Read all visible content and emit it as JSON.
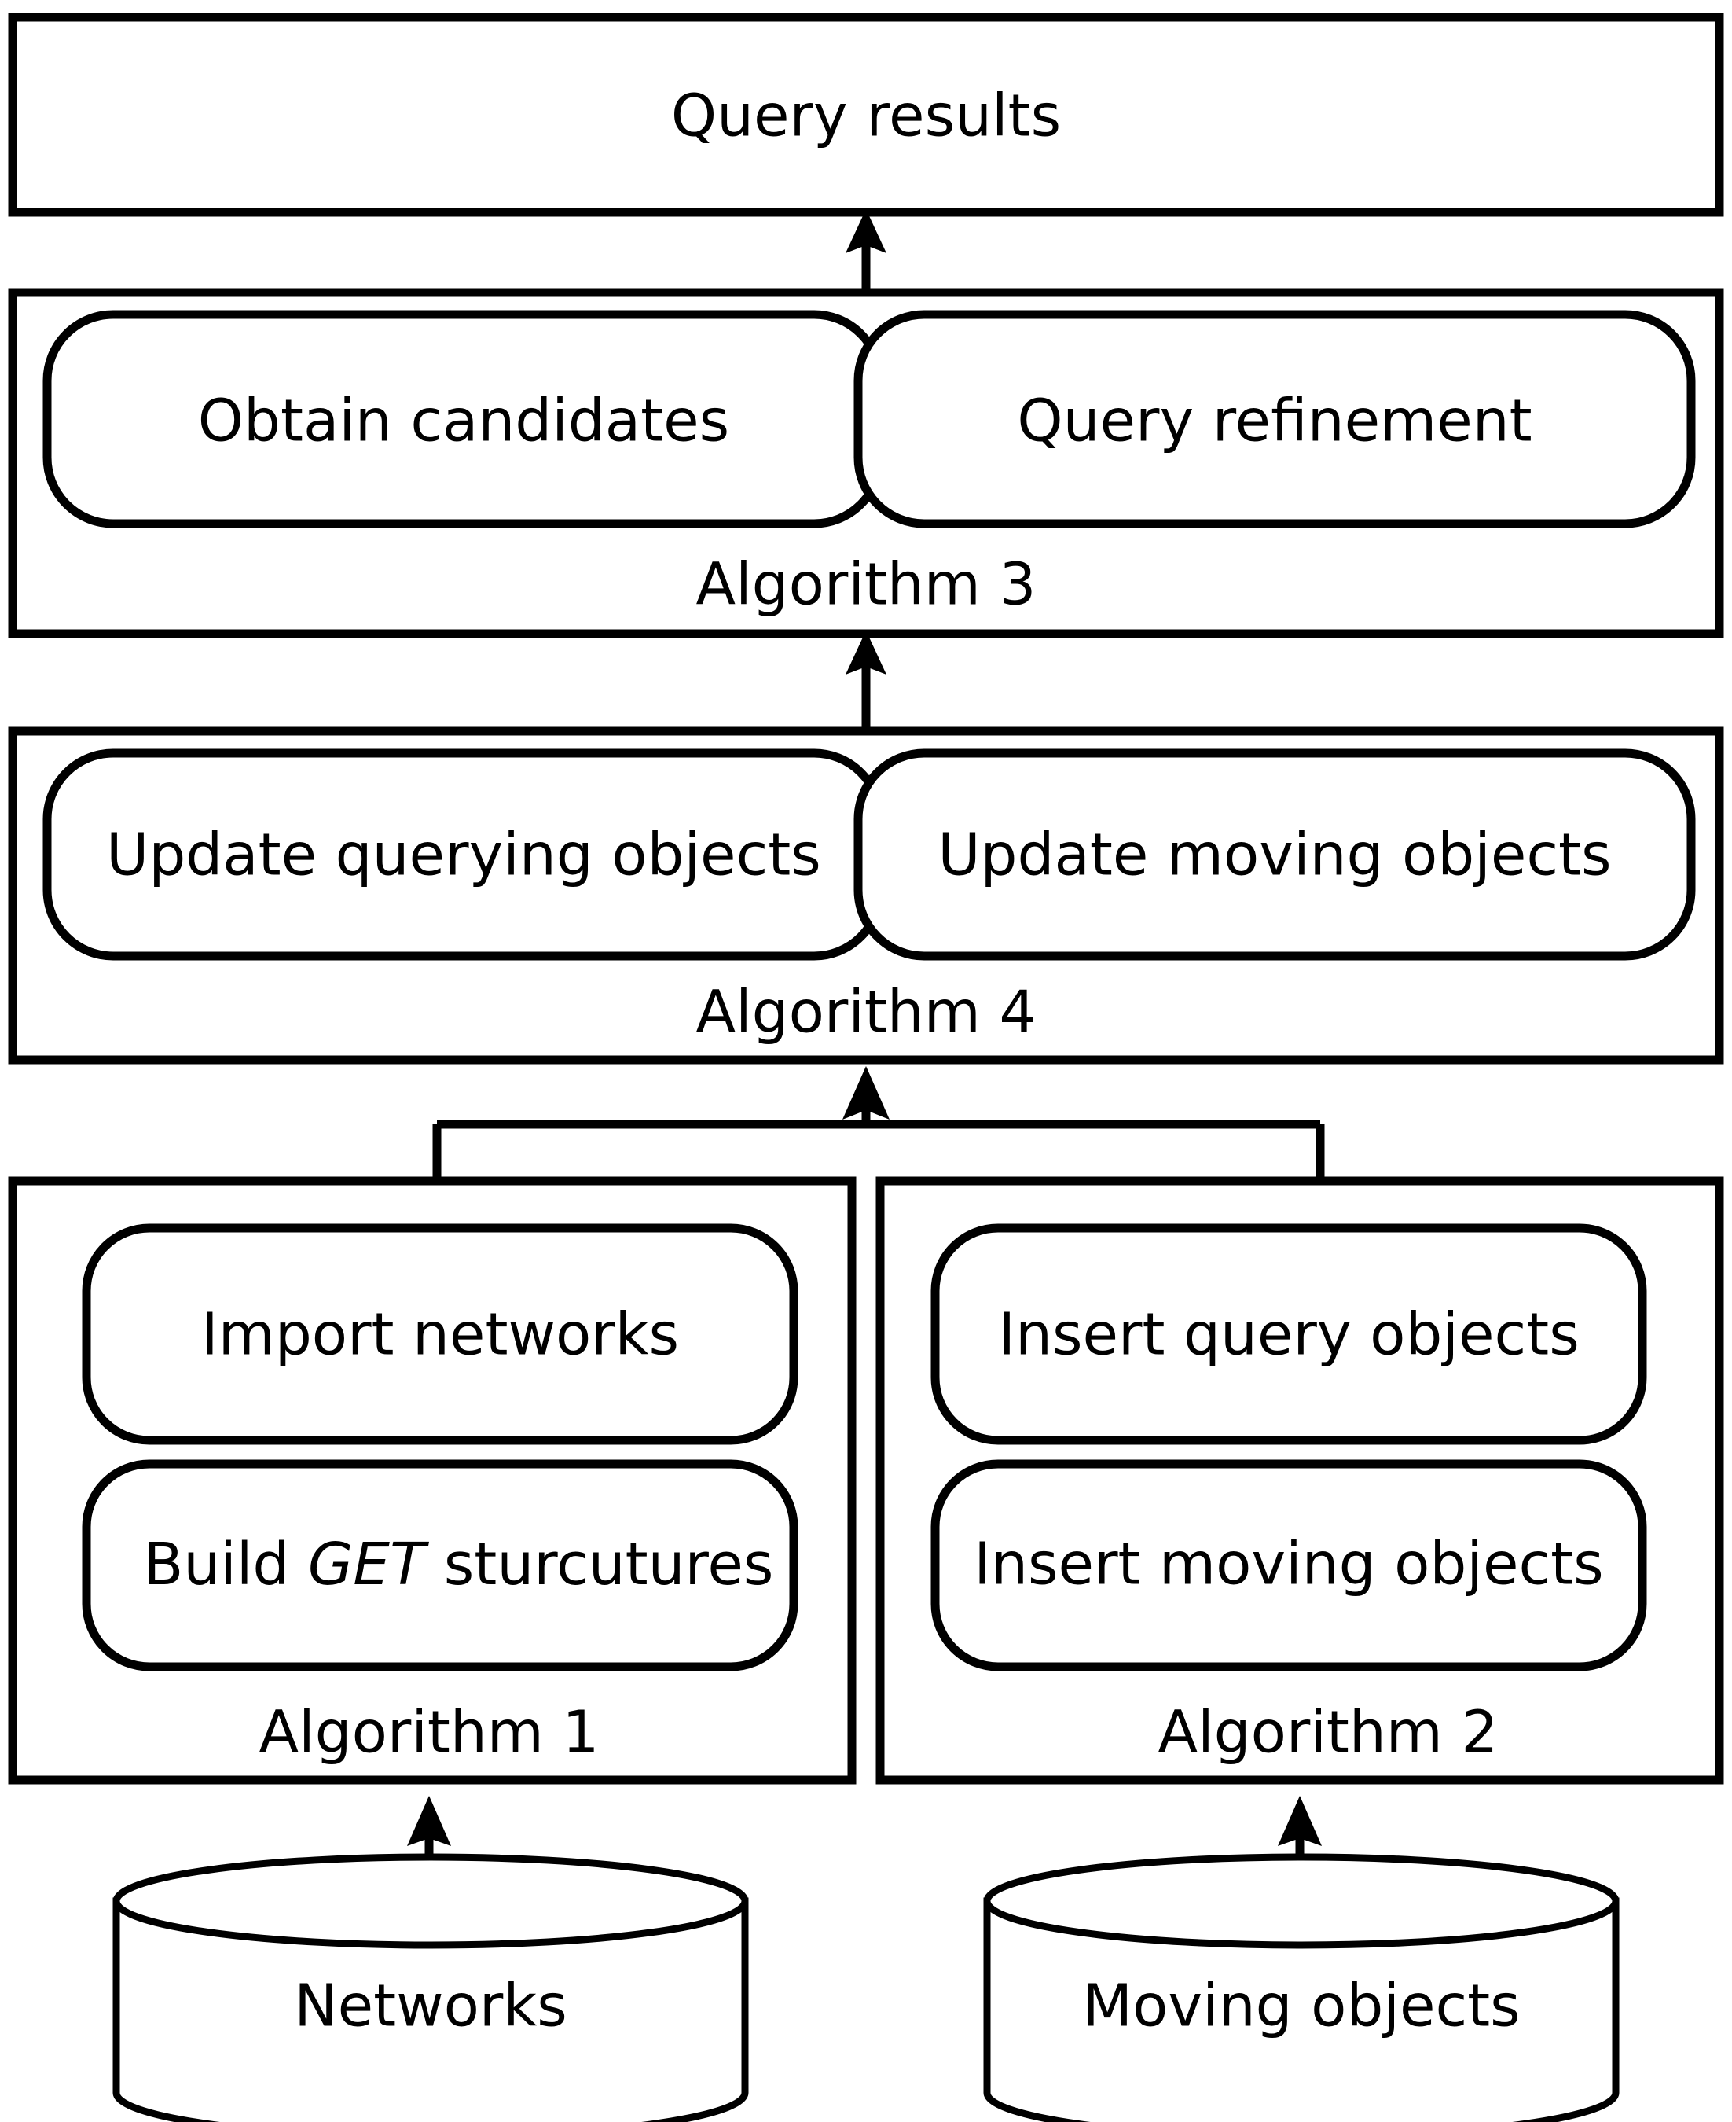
{
  "diagram": {
    "title": "Query processing system architecture flowchart",
    "accent_color": "#000000",
    "background_color": "#ffffff",
    "output": {
      "label": "Query results"
    },
    "stage_algorithm3": {
      "group_label": "Algorithm 3",
      "steps": [
        {
          "label": "Obtain candidates"
        },
        {
          "label": "Query refinement"
        }
      ]
    },
    "stage_algorithm4": {
      "group_label": "Algorithm 4",
      "steps": [
        {
          "label": "Update querying objects"
        },
        {
          "label": "Update moving objects"
        }
      ]
    },
    "stage_algorithm1": {
      "group_label": "Algorithm 1",
      "steps": [
        {
          "label": "Import networks"
        },
        {
          "label_prefix": "Build ",
          "label_emphasis": "GET",
          "label_suffix": " sturcutures"
        }
      ]
    },
    "stage_algorithm2": {
      "group_label": "Algorithm 2",
      "steps": [
        {
          "label": "Insert query objects"
        },
        {
          "label": "Insert moving objects"
        }
      ]
    },
    "datastores": [
      {
        "label": "Networks"
      },
      {
        "label": "Moving objects"
      }
    ],
    "flow_arrows": [
      {
        "from": "Algorithm 3",
        "to": "Query results"
      },
      {
        "from": "Algorithm 4",
        "to": "Algorithm 3"
      },
      {
        "from": "Algorithm 1 and Algorithm 2",
        "to": "Algorithm 4"
      },
      {
        "from": "Networks",
        "to": "Algorithm 1"
      },
      {
        "from": "Moving objects",
        "to": "Algorithm 2"
      }
    ]
  }
}
